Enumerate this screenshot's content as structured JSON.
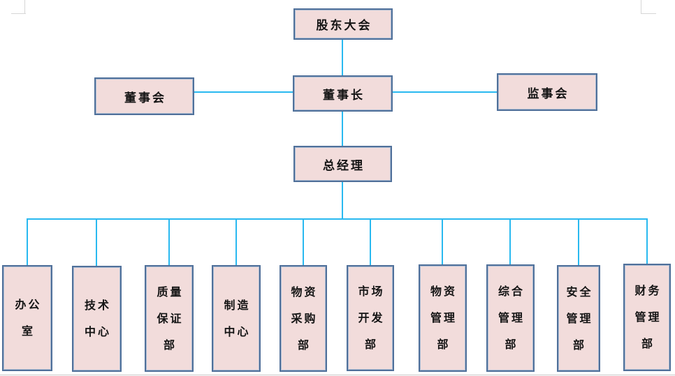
{
  "chart_title": "company-organization-chart",
  "colors": {
    "box_fill": "#f2dcdb",
    "box_border": "#50709a",
    "connector_line": "#29b9f0",
    "text": "#141414",
    "page_mark": "#d6d6d6"
  },
  "nodes": {
    "shareholders": {
      "label": "股东大会"
    },
    "board": {
      "label": "董事会"
    },
    "chairman": {
      "label": "董事长"
    },
    "supervisors": {
      "label": "监事会"
    },
    "general_manager": {
      "label": "总经理"
    },
    "departments": [
      {
        "label": "办公室",
        "lines": [
          "办公",
          "室"
        ]
      },
      {
        "label": "技术中心",
        "lines": [
          "技术",
          "中心"
        ]
      },
      {
        "label": "质量保证部",
        "lines": [
          "质量",
          "保证",
          "部"
        ]
      },
      {
        "label": "制造中心",
        "lines": [
          "制造",
          "中心"
        ]
      },
      {
        "label": "物资采购部",
        "lines": [
          "物资",
          "采购",
          "部"
        ]
      },
      {
        "label": "市场开发部",
        "lines": [
          "市场",
          "开发",
          "部"
        ]
      },
      {
        "label": "物资管理部",
        "lines": [
          "物资",
          "管理",
          "部"
        ]
      },
      {
        "label": "综合管理部",
        "lines": [
          "综合",
          "管理",
          "部"
        ]
      },
      {
        "label": "安全管理部",
        "lines": [
          "安全",
          "管理",
          "部"
        ]
      },
      {
        "label": "财务管理部",
        "lines": [
          "财务",
          "管理",
          "部"
        ]
      }
    ]
  }
}
